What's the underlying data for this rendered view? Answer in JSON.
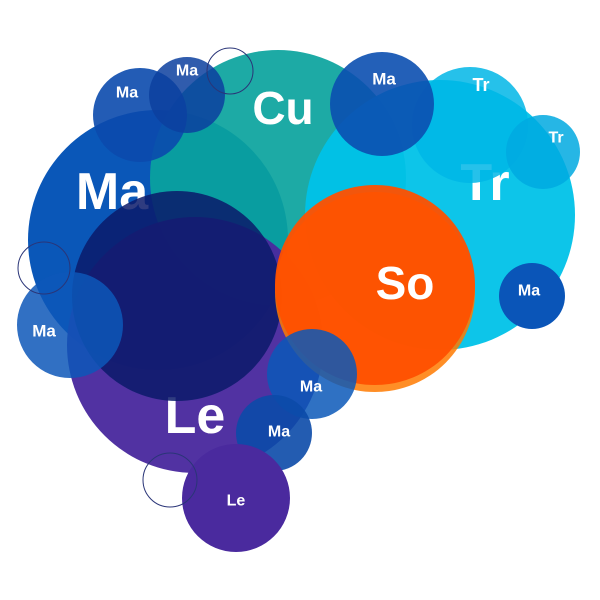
{
  "bubbles": [
    {
      "name": "ma-large",
      "label": "Ma",
      "color": "#0a57b8",
      "opacity": 1.0
    },
    {
      "name": "cu",
      "label": "Cu",
      "color": "#0aa39d",
      "opacity": 0.92
    },
    {
      "name": "tr-large",
      "label": "Tr",
      "color": "#00c2e8",
      "opacity": 0.95
    },
    {
      "name": "le-large",
      "label": "Le",
      "color": "#4a2a9e",
      "opacity": 0.96
    },
    {
      "name": "tr-top",
      "label": "Tr",
      "color": "#00b6e6",
      "opacity": 0.85
    },
    {
      "name": "tr-small",
      "label": "Tr",
      "color": "#00a9e0",
      "opacity": 0.85
    },
    {
      "name": "ma-top-center",
      "label": "Ma",
      "color": "#0b4fb0",
      "opacity": 0.9
    },
    {
      "name": "ma-top-left",
      "label": "Ma",
      "color": "#0b4aad",
      "opacity": 0.9
    },
    {
      "name": "ma-top",
      "label": "Ma",
      "color": "#0c3f9f",
      "opacity": 0.85
    },
    {
      "name": "dark-center",
      "label": "",
      "color": "#0a1a6a",
      "opacity": 0.85
    },
    {
      "name": "so",
      "label": "So",
      "color": "#ff5000",
      "opacity": 0.95
    },
    {
      "name": "orange-low",
      "label": "",
      "color": "#ff7a00",
      "opacity": 0.85
    },
    {
      "name": "ma-right",
      "label": "Ma",
      "color": "#0a55b8",
      "opacity": 1.0
    },
    {
      "name": "ma-left",
      "label": "Ma",
      "color": "#0d57b8",
      "opacity": 0.85
    },
    {
      "name": "ma-lower-a",
      "label": "Ma",
      "color": "#0b58b8",
      "opacity": 0.85
    },
    {
      "name": "ma-lower-b",
      "label": "Ma",
      "color": "#0b4aa8",
      "opacity": 0.9
    },
    {
      "name": "le-small",
      "label": "Le",
      "color": "#4a2a9e",
      "opacity": 1.0
    }
  ],
  "outline_color": "#2a3578"
}
